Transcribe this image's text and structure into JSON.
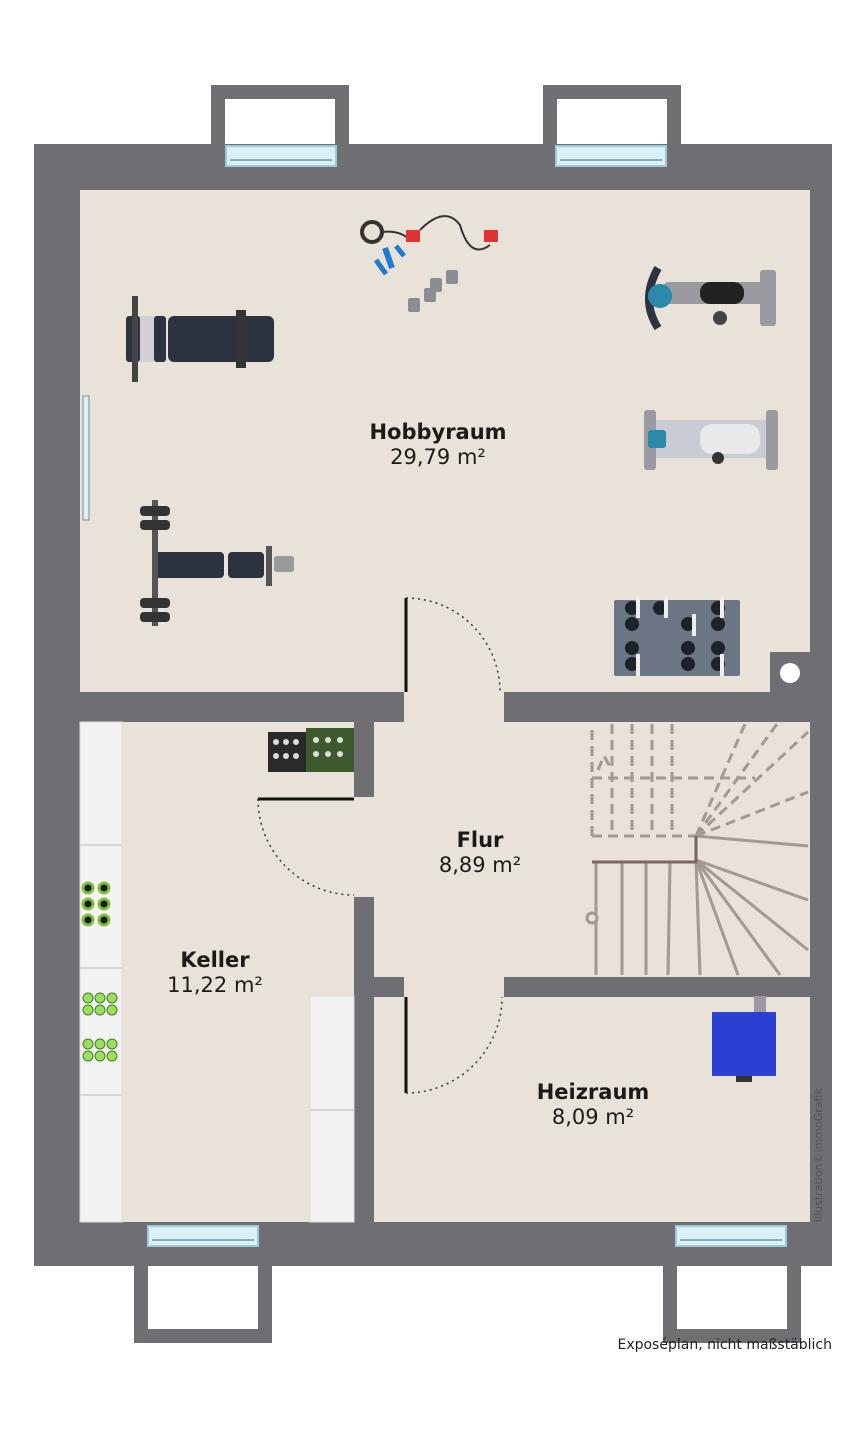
{
  "rooms": {
    "hobby": {
      "name": "Hobbyraum",
      "area": "29,79 m²"
    },
    "flur": {
      "name": "Flur",
      "area": "8,89 m²"
    },
    "keller": {
      "name": "Keller",
      "area": "11,22 m²"
    },
    "heiz": {
      "name": "Heizraum",
      "area": "8,09 m²"
    }
  },
  "note": "Exposéplan, nicht maßstäblich",
  "credit": "illustration©immoGrafik",
  "colors": {
    "wall": "#6e6e73",
    "floor": "#e8e2d8",
    "window": "#d8f0f6",
    "furniture": "#3a3f4b",
    "boiler": "#2b3fd1",
    "shelf": "#f0f0f0"
  }
}
